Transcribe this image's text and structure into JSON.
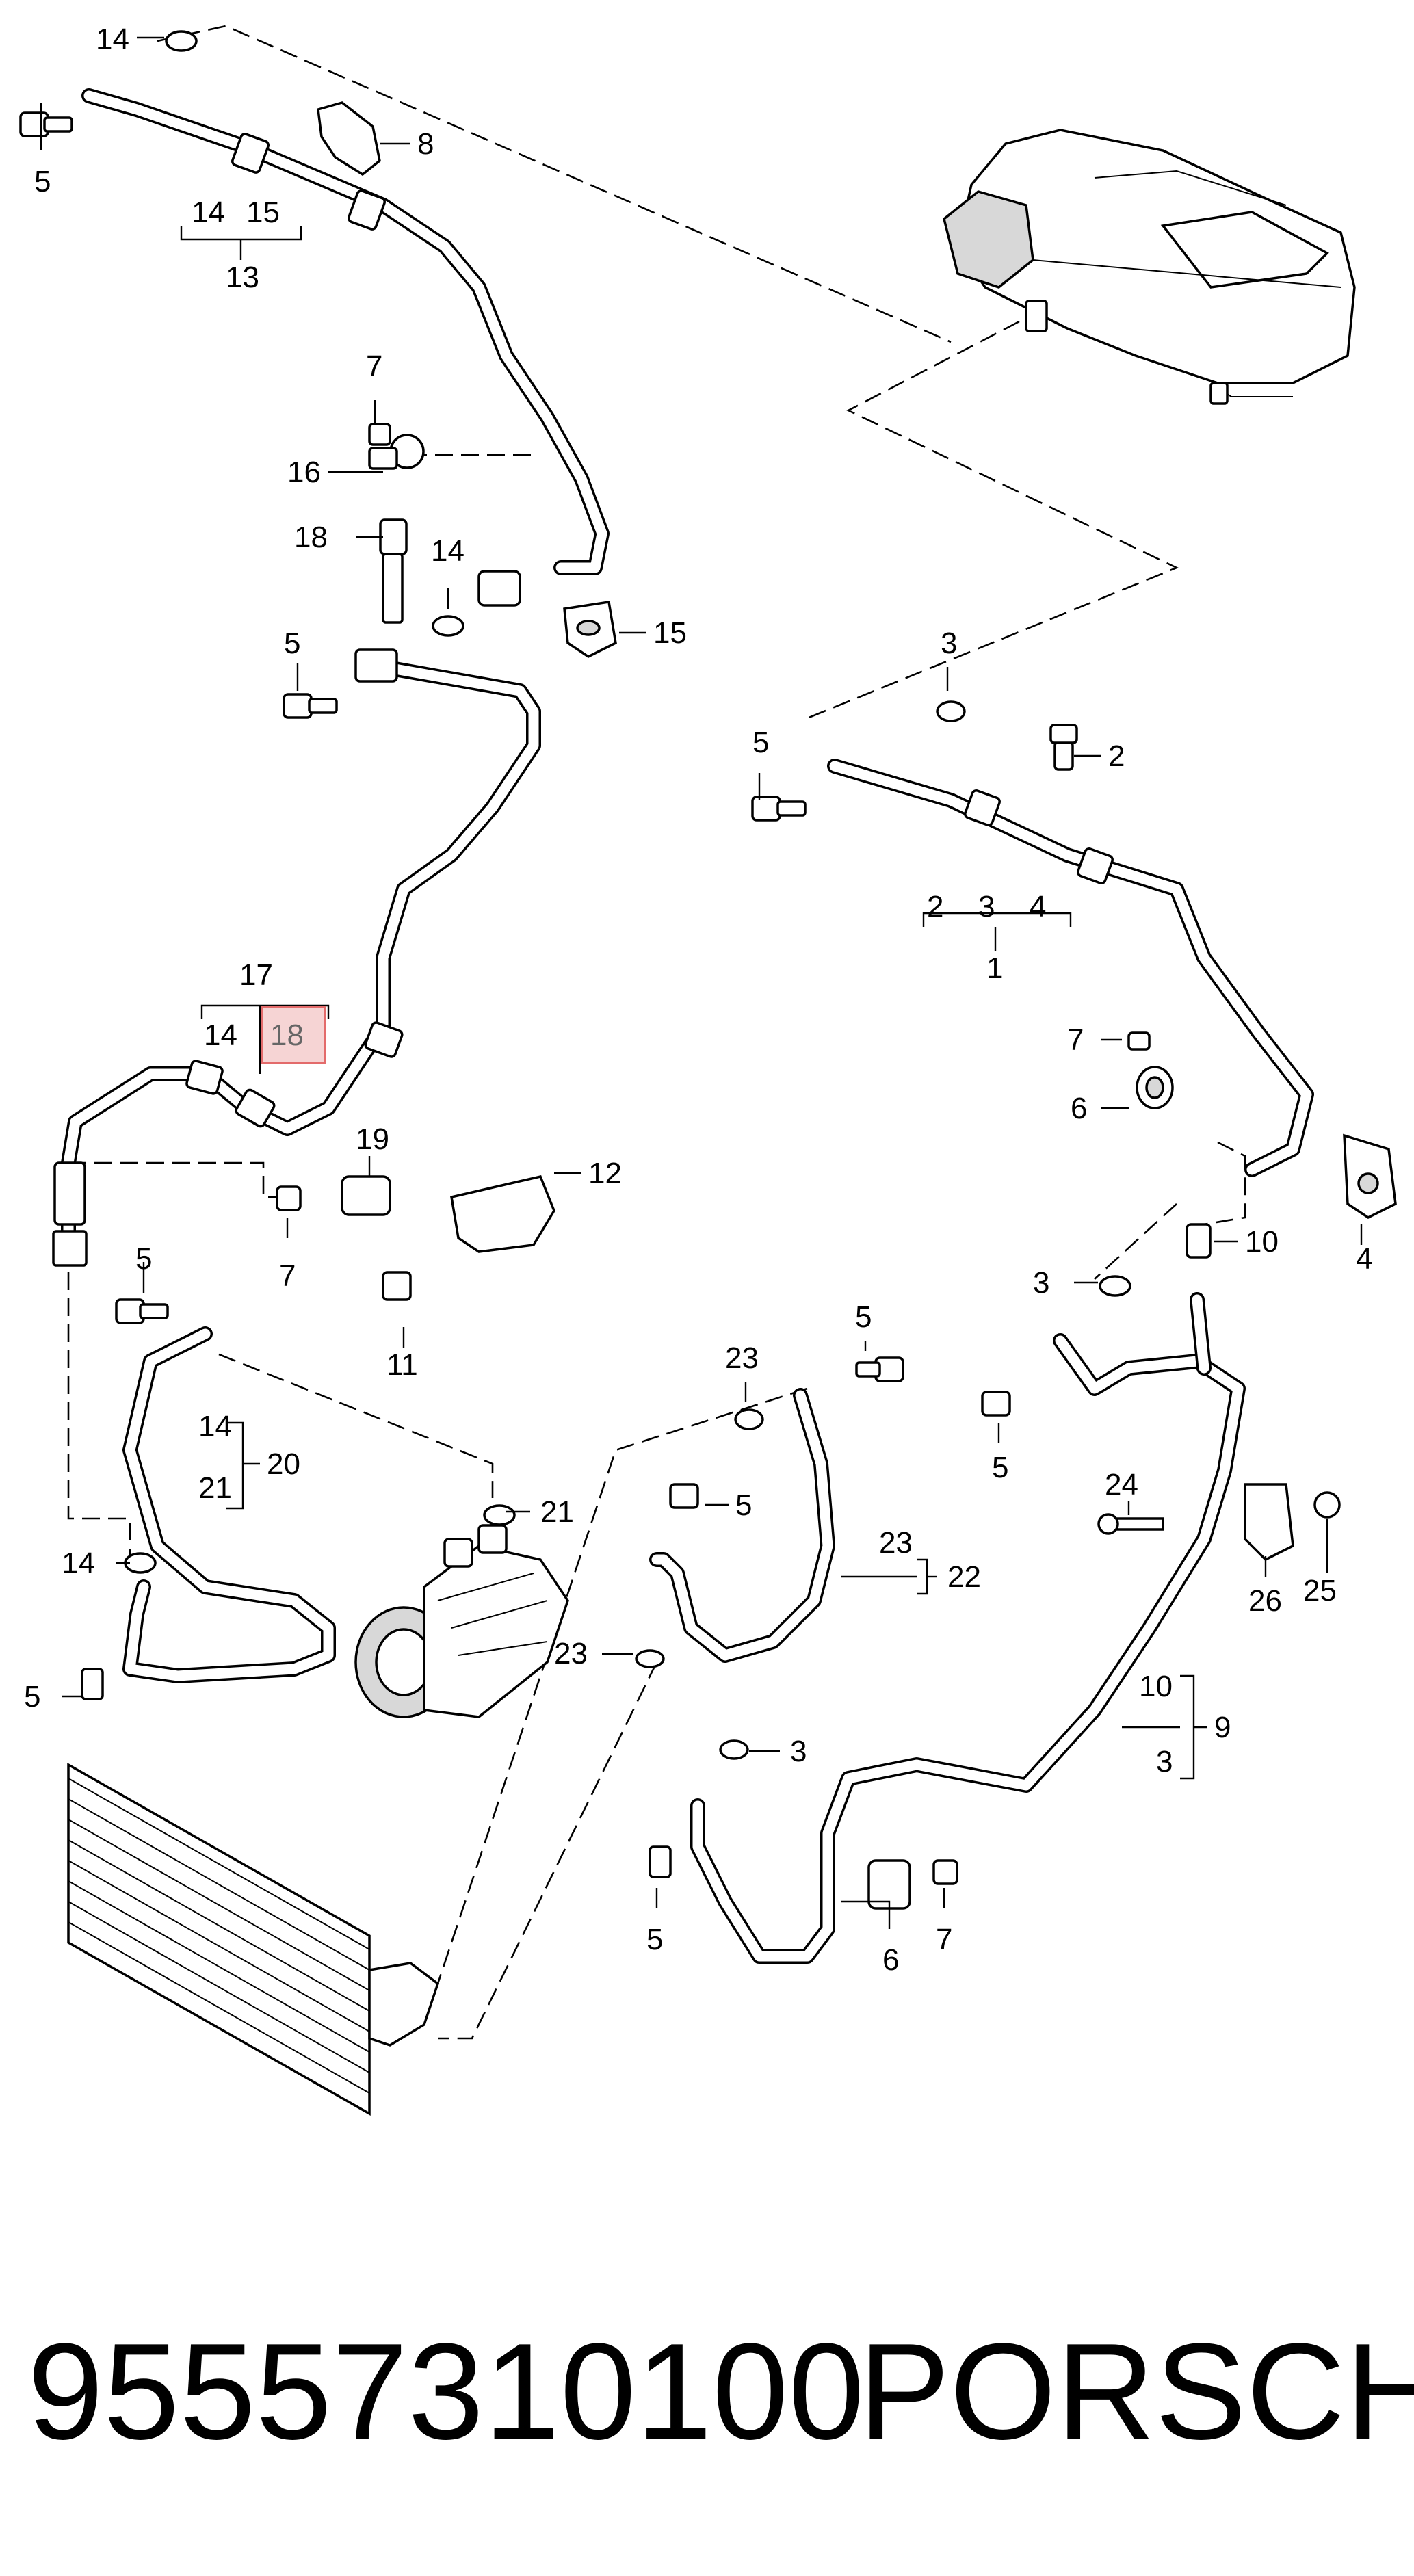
{
  "caption": {
    "part_number": "95557310100",
    "brand": "PORSCHE"
  },
  "labels": {
    "l1": "1",
    "l2": "2",
    "l3a": "3",
    "l3b": "3",
    "l3c": "3",
    "l3d": "3",
    "l3e": "3",
    "l4a": "4",
    "l4b": "4",
    "l5a": "5",
    "l5b": "5",
    "l5c": "5",
    "l5d": "5",
    "l5e": "5",
    "l5f": "5",
    "l5g": "5",
    "l5h": "5",
    "l5i": "5",
    "l6a": "6",
    "l6b": "6",
    "l7a": "7",
    "l7b": "7",
    "l7c": "7",
    "l7d": "7",
    "l8": "8",
    "l9": "9",
    "l10a": "10",
    "l10b": "10",
    "l11": "11",
    "l12": "12",
    "l13": "13",
    "l14a": "14",
    "l14b": "14",
    "l14c": "14",
    "l14d": "14",
    "l14e": "14",
    "l14f": "14",
    "l15a": "15",
    "l15b": "15",
    "l16": "16",
    "l17": "17",
    "l18a": "18",
    "l18b": "18",
    "l19": "19",
    "l20": "20",
    "l21a": "21",
    "l21b": "21",
    "l22": "22",
    "l23a": "23",
    "l23b": "23",
    "l23c": "23",
    "l24": "24",
    "l25": "25",
    "l26": "26"
  },
  "highlight": {
    "part": "18",
    "color": "#e36b6b"
  }
}
